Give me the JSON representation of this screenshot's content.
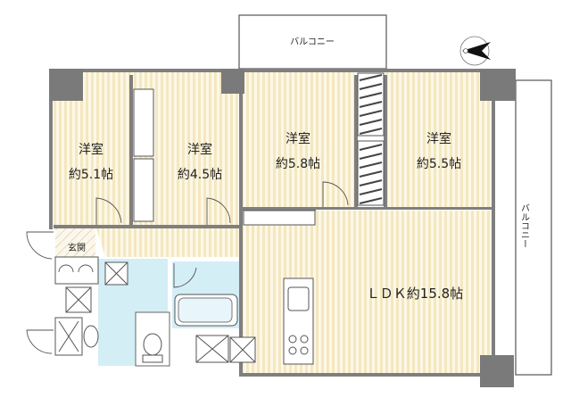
{
  "plan": {
    "rooms": [
      {
        "name": "洋室",
        "size": "約5.1帖"
      },
      {
        "name": "洋室",
        "size": "約4.5帖"
      },
      {
        "name": "洋室",
        "size": "約5.8帖"
      },
      {
        "name": "洋室",
        "size": "約5.5帖"
      }
    ],
    "ldk": "ＬＤＫ約15.8帖",
    "entrance": "玄関",
    "balcony_top": "バルコニー",
    "balcony_right": "バルコニー"
  },
  "colors": {
    "floor_stripe": "#f4e7c1",
    "floor_base": "#fdf8e6",
    "wet_area": "#d4eef6",
    "wall": "#7f7f7f"
  },
  "icons": [
    "compass-north-icon"
  ]
}
